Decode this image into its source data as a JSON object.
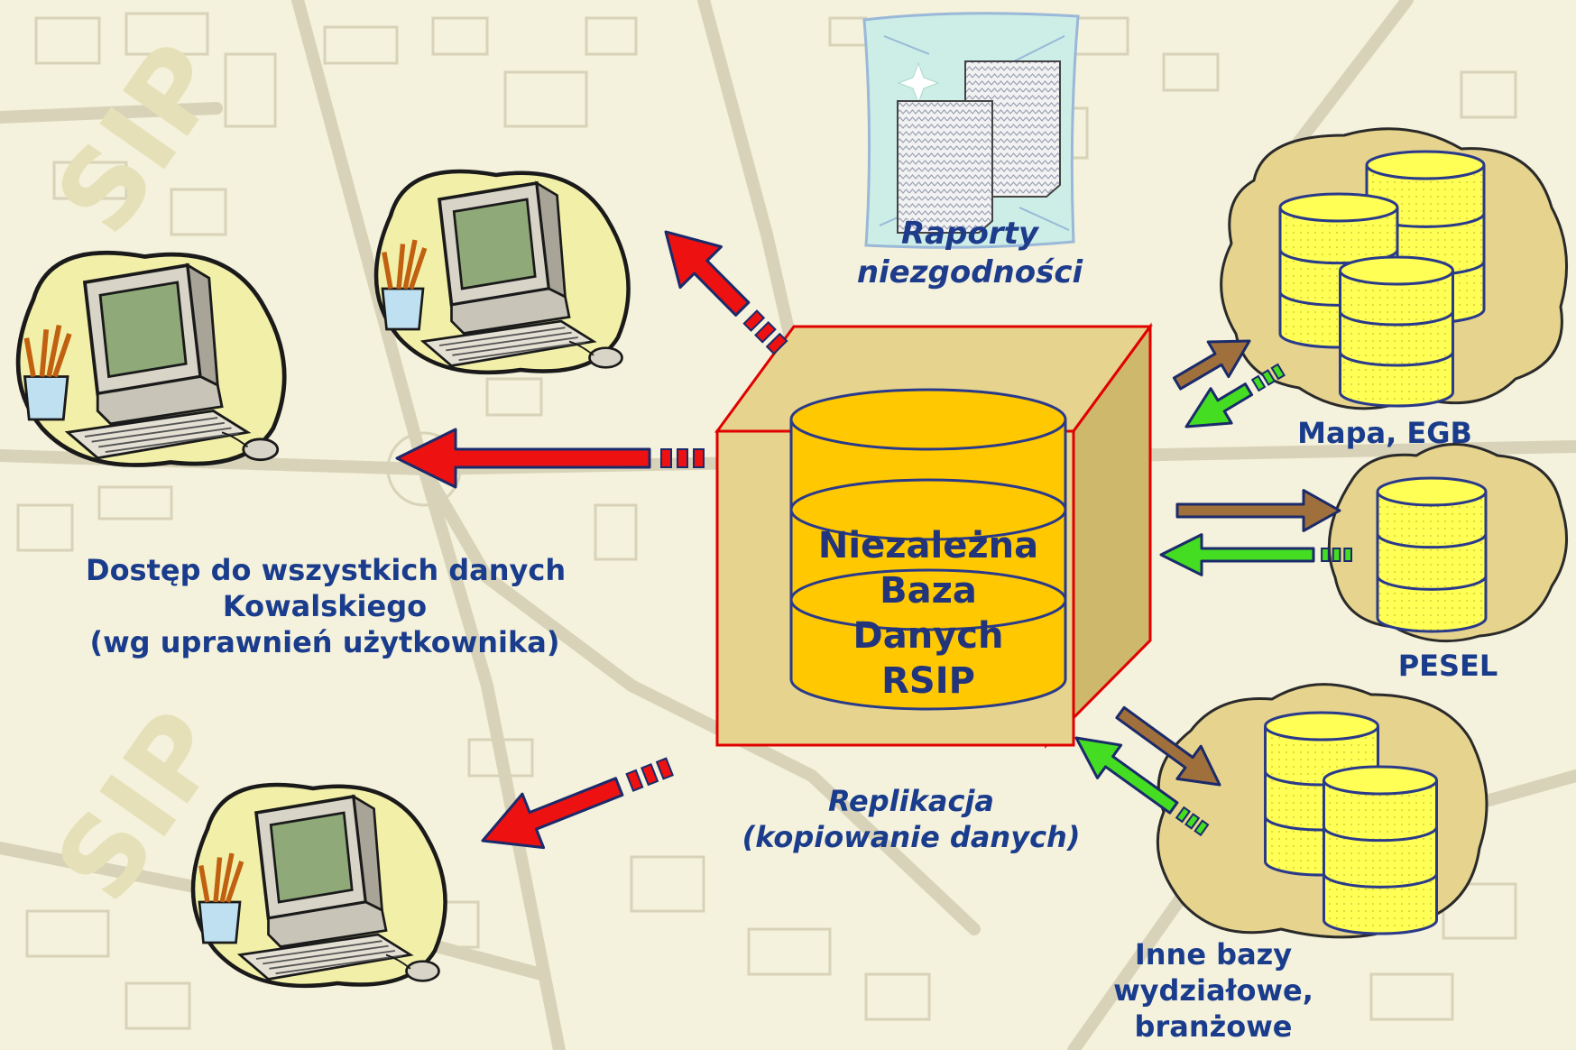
{
  "labels": {
    "reports_line1": "Raporty",
    "reports_line2": "niezgodności",
    "access_line1": "Dostęp do wszystkich danych",
    "access_line2": "Kowalskiego",
    "access_line3": "(wg uprawnień użytkownika)",
    "replication_line1": "Replikacja",
    "replication_line2": "(kopiowanie danych)",
    "source_map": "Mapa, EGB",
    "source_pesel": "PESEL",
    "source_other_line1": "Inne bazy",
    "source_other_line2": "wydziałowe,",
    "source_other_line3": "branżowe"
  },
  "central_db": {
    "line1": "Niezależna",
    "line2": "Baza",
    "line3": "Danych",
    "line4": "RSIP"
  },
  "colors": {
    "background": "#f4f1dc",
    "street_lines": "#d8d3b8",
    "text": "#1a3c8c",
    "cube_face": "#e6d38e",
    "cube_side": "#cdb86b",
    "cube_border": "#e00000",
    "db_fill": "#ffc800",
    "cylinder_fill": "#ffff55",
    "cloud_fill": "#e6d38e",
    "arrow_red": "#ee1111",
    "arrow_green": "#44dd22",
    "arrow_brown": "#a0703c",
    "report_bg": "#cdeee6"
  },
  "icons": [
    "computer-icon",
    "computer-icon",
    "computer-icon",
    "reports-icon",
    "database-icon"
  ]
}
